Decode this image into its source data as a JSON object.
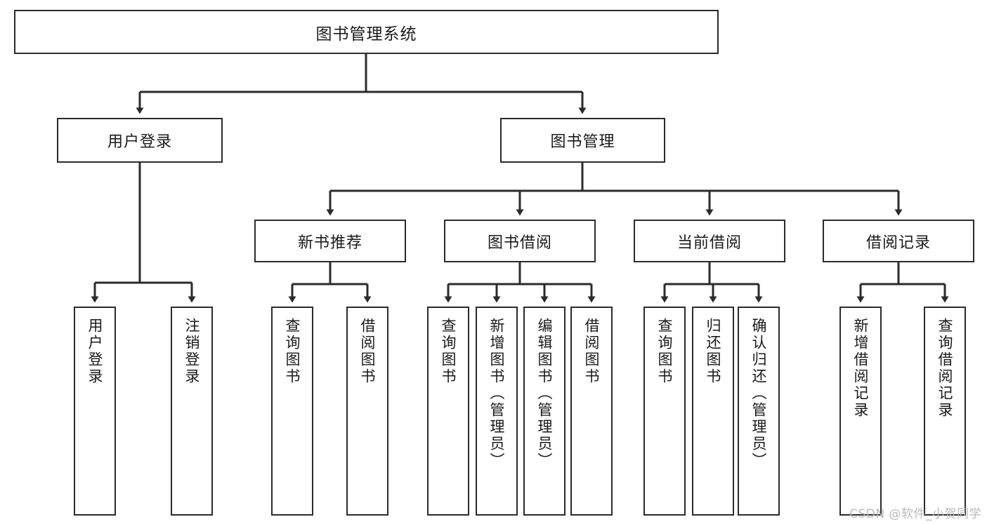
{
  "diagram": {
    "title": "图书管理系统",
    "type": "tree-hierarchy-diagram",
    "watermark": "CSDN @软件_小贺同学",
    "colors": {
      "stroke": "#2b2b2b",
      "fill": "#ffffff",
      "text": "#1a1a1a",
      "watermark": "#b9b9b9"
    },
    "levels": {
      "root": {
        "label": "图书管理系统"
      },
      "level2": [
        {
          "id": "user-login",
          "label": "用户登录"
        },
        {
          "id": "book-manage",
          "label": "图书管理"
        }
      ],
      "level3": [
        {
          "id": "new-book-recommend",
          "label": "新书推荐"
        },
        {
          "id": "book-borrow",
          "label": "图书借阅"
        },
        {
          "id": "current-borrow",
          "label": "当前借阅"
        },
        {
          "id": "borrow-record",
          "label": "借阅记录"
        }
      ],
      "leaves": [
        {
          "id": "leaf-user-login",
          "label": "用户登录",
          "parent": "user-login"
        },
        {
          "id": "leaf-logout",
          "label": "注销登录",
          "parent": "user-login"
        },
        {
          "id": "leaf-query-book-1",
          "label": "查询图书",
          "parent": "new-book-recommend"
        },
        {
          "id": "leaf-borrow-book-1",
          "label": "借阅图书",
          "parent": "new-book-recommend"
        },
        {
          "id": "leaf-query-book-2",
          "label": "查询图书",
          "parent": "book-borrow"
        },
        {
          "id": "leaf-add-book",
          "label": "新增图书（管理员）",
          "parent": "book-borrow"
        },
        {
          "id": "leaf-edit-book",
          "label": "编辑图书（管理员）",
          "parent": "book-borrow"
        },
        {
          "id": "leaf-borrow-book-2",
          "label": "借阅图书",
          "parent": "book-borrow"
        },
        {
          "id": "leaf-query-book-3",
          "label": "查询图书",
          "parent": "current-borrow"
        },
        {
          "id": "leaf-return-book",
          "label": "归还图书",
          "parent": "current-borrow"
        },
        {
          "id": "leaf-confirm-return",
          "label": "确认归还（管理员）",
          "parent": "current-borrow"
        },
        {
          "id": "leaf-add-record",
          "label": "新增借阅记录",
          "parent": "borrow-record"
        },
        {
          "id": "leaf-query-record",
          "label": "查询借阅记录",
          "parent": "borrow-record"
        }
      ]
    }
  }
}
